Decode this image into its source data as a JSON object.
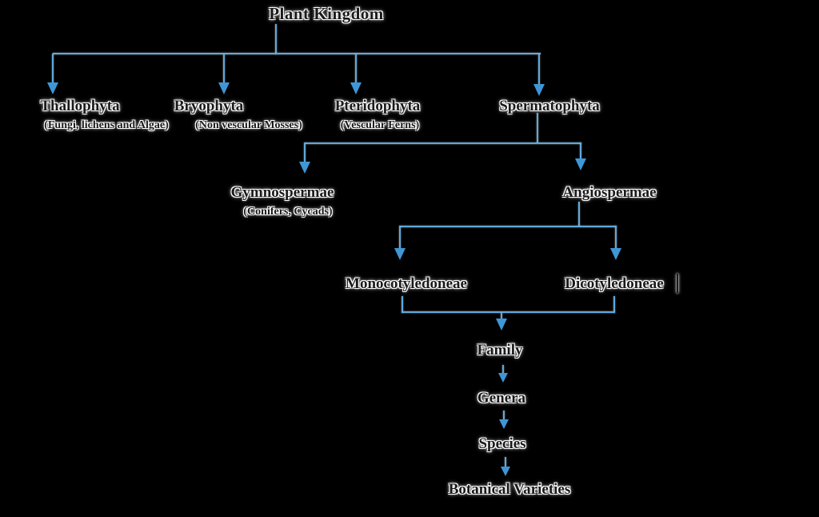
{
  "diagram": {
    "title": "Plant Kingdom",
    "level1": [
      {
        "name": "Thallophyta",
        "subtitle": "(Fungi, lichens and Algae)"
      },
      {
        "name": "Bryophyta",
        "subtitle": "(Non vescular Mosses)"
      },
      {
        "name": "Pteridophyta",
        "subtitle": "(Vescular Ferns)"
      },
      {
        "name": "Spermatophyta",
        "subtitle": ""
      }
    ],
    "level2": [
      {
        "name": "Gymnospermae",
        "subtitle": "(Conifers, Cycads)"
      },
      {
        "name": "Angiospermae",
        "subtitle": ""
      }
    ],
    "level3": [
      {
        "name": "Monocotyledoneae"
      },
      {
        "name": "Dicotyledoneae"
      }
    ],
    "chain": [
      "Family",
      "Genera",
      "Species",
      "Botanical Varieties"
    ],
    "colors": {
      "background": "#000000",
      "line": "#5fa8dc",
      "arrow": "#3f96d6",
      "text": "#1a1a1a",
      "halo": "#ffffff"
    }
  }
}
